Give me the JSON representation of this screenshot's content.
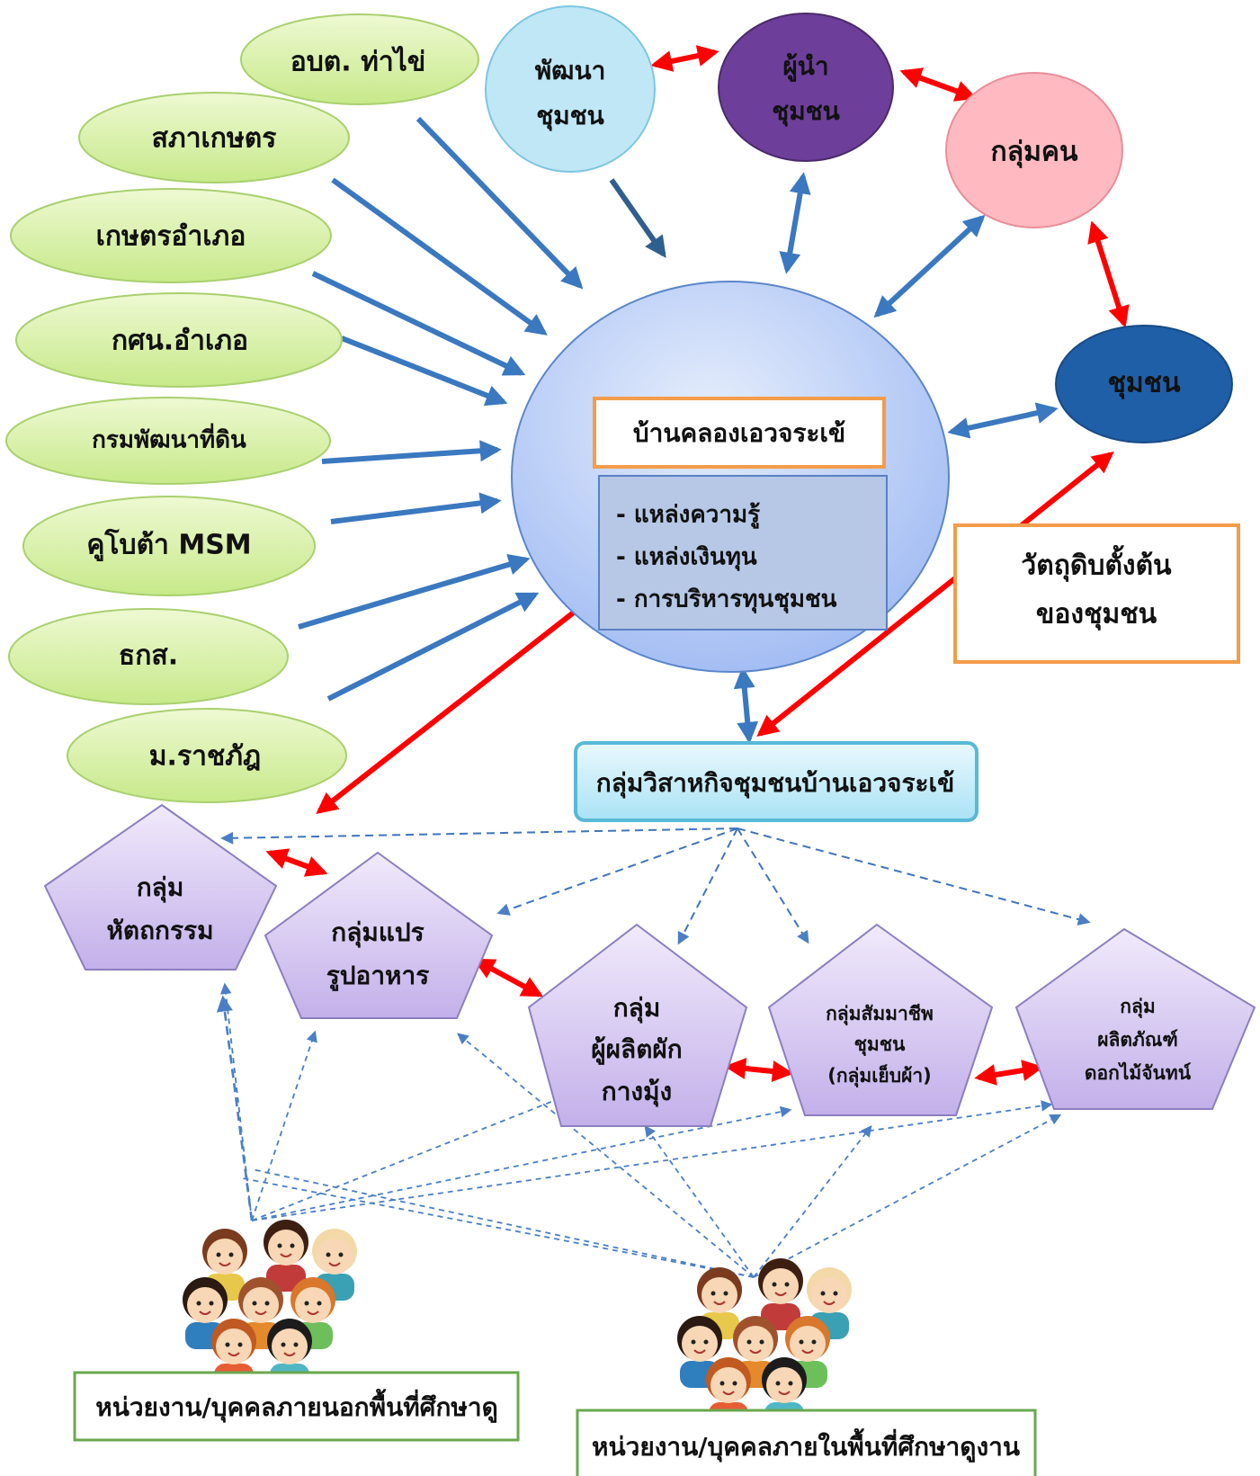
{
  "agencies": [
    "อบต. ท่าไข่",
    "สภาเกษตร",
    "เกษตรอำเภอ",
    "กศน.อำเภอ",
    "กรมพัฒนาที่ดิน",
    "คูโบต้า MSM",
    "ธกส.",
    "ม.ราชภัฎ"
  ],
  "top_nodes": {
    "development": [
      "พัฒนา",
      "ชุมชน"
    ],
    "leader": [
      "ผู้นำ",
      "ชุมชน"
    ],
    "people_group": "กลุ่มคน",
    "community": "ชุมชน"
  },
  "center": {
    "title": "บ้านคลองเอวจระเข้",
    "items": [
      "- แหล่งความรู้",
      "- แหล่งเงินทุน",
      "- การบริหารทุนชุมชน"
    ]
  },
  "raw_material": [
    "วัตถุดิบตั้งต้น",
    "ของชุมชน"
  ],
  "enterprise": "กลุ่มวิสาหกิจชุมชนบ้านเอวจระเข้",
  "groups": [
    [
      "กลุ่ม",
      "หัตถกรรม"
    ],
    [
      "กลุ่มแปร",
      "รูปอาหาร"
    ],
    [
      "กลุ่ม",
      "ผู้ผลิตผัก",
      "กางมุ้ง"
    ],
    [
      "กลุ่มสัมมาชีพ",
      "ชุมชน",
      "(กลุ่มเย็บผ้า)"
    ],
    [
      "กลุ่ม",
      "ผลิตภัณฑ์",
      "ดอกไม้จันทน์"
    ]
  ],
  "visitors": {
    "outside": "หน่วยงาน/บุคคลภายนอกพื้นที่ศึกษาดู",
    "inside": "หน่วยงาน/บุคคลภายในพื้นที่ศึกษาดูงาน"
  },
  "colors": {
    "agency_fill": "#d6f0a4",
    "agency_stroke": "#a9d06e",
    "blue_arrow": "#3a78c0",
    "red_arrow": "#ff0000",
    "center_fill": "#b3c9f5",
    "orange_border": "#f39c4a",
    "pentagon_fill": "#c9b8ec",
    "leader_fill": "#6d3f9a",
    "community_fill": "#1f5fa8",
    "people_group_fill": "#ffb9c1",
    "development_fill": "#bfe7f6"
  }
}
